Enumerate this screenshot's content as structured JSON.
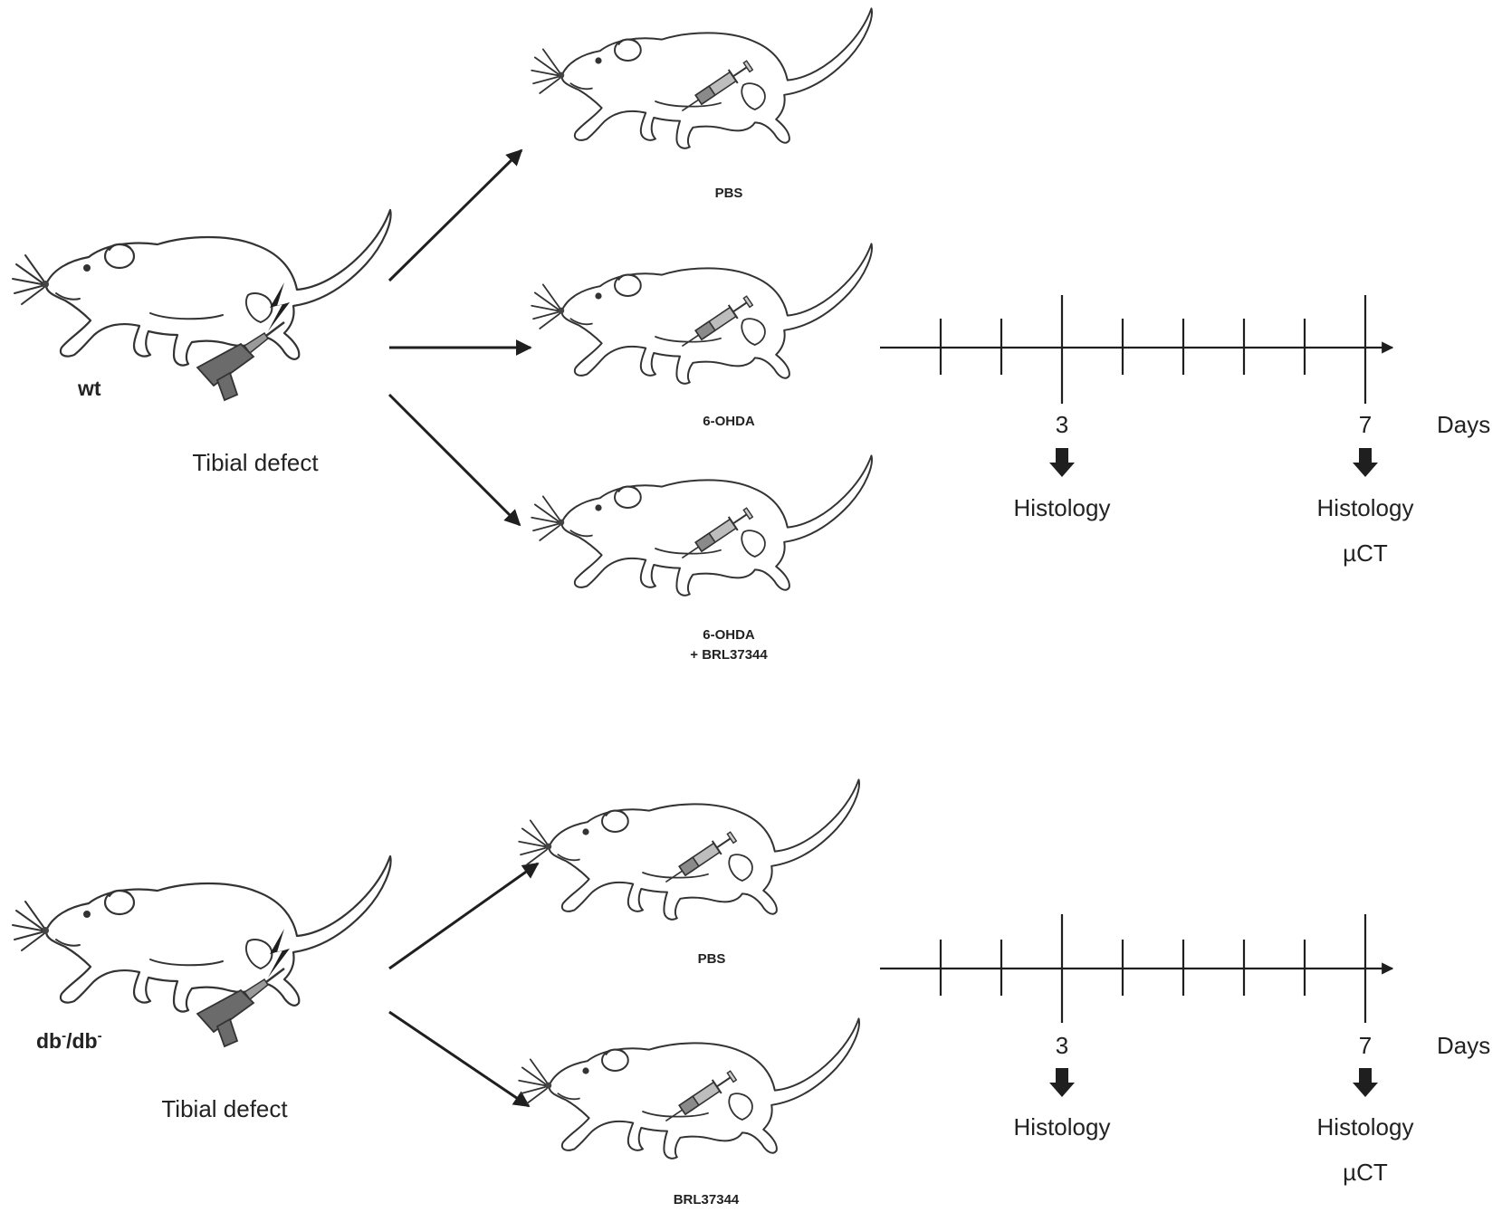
{
  "colors": {
    "ink": "#1f1f1f",
    "drill": "#6b6b6b",
    "syringe": "#8a8a8a",
    "background": "#ffffff"
  },
  "groups": [
    {
      "genotype_main": "wt",
      "genotype_sup": "",
      "procedure": "Tibial defect",
      "treatments": [
        {
          "lines": [
            "PBS"
          ]
        },
        {
          "lines": [
            "6-OHDA"
          ]
        },
        {
          "lines": [
            "6-OHDA",
            "+ BRL37344"
          ]
        }
      ],
      "timeline": {
        "unit": "Days",
        "marks": [
          {
            "day": "3",
            "outcomes": [
              "Histology"
            ]
          },
          {
            "day": "7",
            "outcomes": [
              "Histology",
              "µCT"
            ]
          }
        ]
      }
    },
    {
      "genotype_main": "db",
      "genotype_sup": "-",
      "genotype_sep": "/",
      "procedure": "Tibial defect",
      "treatments": [
        {
          "lines": [
            "PBS"
          ]
        },
        {
          "lines": [
            "BRL37344"
          ]
        }
      ],
      "timeline": {
        "unit": "Days",
        "marks": [
          {
            "day": "3",
            "outcomes": [
              "Histology"
            ]
          },
          {
            "day": "7",
            "outcomes": [
              "Histology",
              "µCT"
            ]
          }
        ]
      }
    }
  ],
  "icons": {
    "animal": "mouse-icon",
    "tool": "drill-icon",
    "injection": "syringe-icon",
    "impact": "lightning-icon"
  }
}
